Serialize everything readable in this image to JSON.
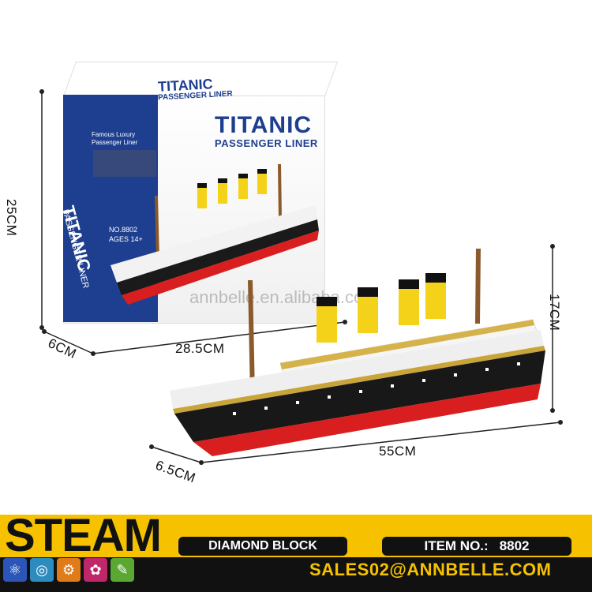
{
  "box": {
    "side_title": "TITANIC",
    "side_subtitle": "PASSENGER LINER",
    "side_tagline_1": "Famous Luxury",
    "side_tagline_2": "Passenger Liner",
    "side_item_no": "NO.8802",
    "side_ages": "AGES 14+",
    "top_title": "TITANIC",
    "top_subtitle": "PASSENGER LINER",
    "front_title": "TITANIC",
    "front_subtitle": "PASSENGER LINER"
  },
  "dimensions": {
    "box_height": "25CM",
    "box_depth": "6CM",
    "box_width": "28.5CM",
    "model_height": "17CM",
    "model_length": "55CM",
    "model_depth": "6.5CM"
  },
  "watermark": "annbelle.en.alibaba.com",
  "footer": {
    "brand": "STEAM",
    "product_type": "DIAMOND BLOCK",
    "item_label": "ITEM NO.:",
    "item_number": "8802",
    "email": "SALES02@ANNBELLE.COM"
  },
  "colors": {
    "box_blue": "#1e3f8f",
    "footer_yellow": "#f6c200",
    "footer_black": "#111111",
    "hull_red": "#d81e1e",
    "funnel_yellow": "#f4d21a"
  },
  "icons": [
    "atom-icon",
    "globe-icon",
    "gears-icon",
    "palette-icon",
    "ruler-icon"
  ]
}
